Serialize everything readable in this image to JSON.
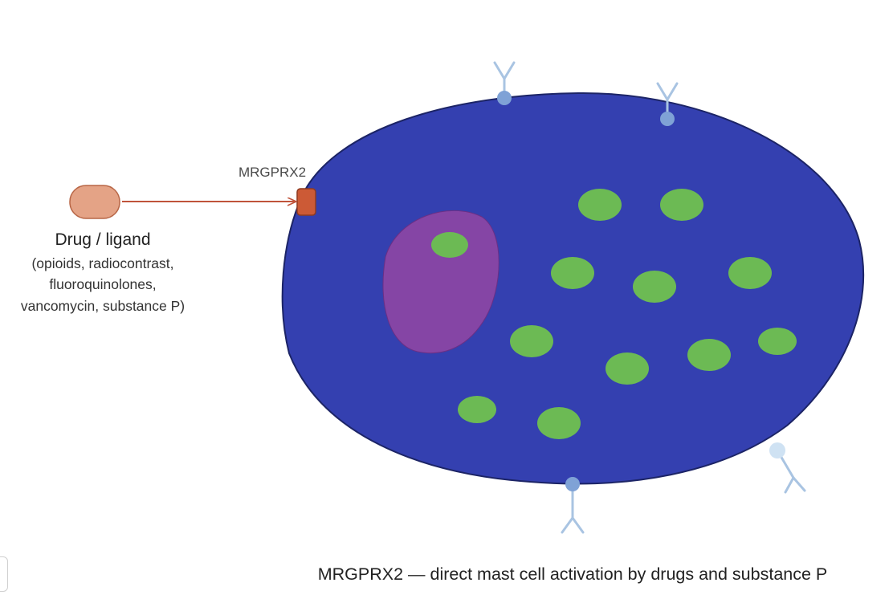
{
  "receptor": {
    "label": "MRGPRX2"
  },
  "ligand": {
    "title": "Drug / ligand",
    "details": [
      "(opioids, radiocontrast,",
      "fluoroquinolones,",
      "vancomycin, substance P)"
    ]
  },
  "caption": "MRGPRX2 — direct mast cell activation by drugs and substance P",
  "colors": {
    "cell_fill": "#3440b0",
    "cell_stroke": "#1c2466",
    "nucleus_fill": "#8545a5",
    "granule_fill": "#6cba54",
    "receptor_fill": "#cc5a36",
    "ligand_fill": "#e4a386",
    "arrow": "#c0533a",
    "surface_antibody": "#a9c4e2"
  }
}
